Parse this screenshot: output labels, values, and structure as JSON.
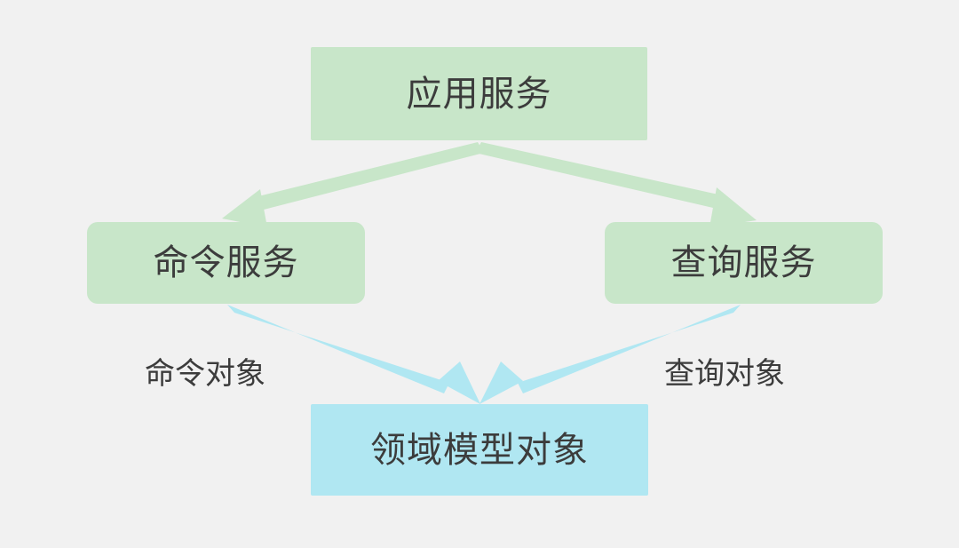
{
  "diagram": {
    "title": "CQRS Application Service Structure",
    "background_color": "#f1f1f1",
    "colors": {
      "green_fill": "#c8e6c9",
      "blue_fill": "#b0e7f2",
      "text": "#3c3c3c"
    },
    "nodes": [
      {
        "id": "app-service",
        "label": "应用服务",
        "fill": "#c8e6c9",
        "shape": "rectangle"
      },
      {
        "id": "command-service",
        "label": "命令服务",
        "fill": "#c8e6c9",
        "shape": "rounded-rectangle"
      },
      {
        "id": "query-service",
        "label": "查询服务",
        "fill": "#c8e6c9",
        "shape": "rounded-rectangle"
      },
      {
        "id": "domain-model-object",
        "label": "领域模型对象",
        "fill": "#b0e7f2",
        "shape": "rectangle"
      }
    ],
    "edges": [
      {
        "id": "app-to-command",
        "from": "app-service",
        "to": "command-service",
        "label": "",
        "color": "#c8e6c9"
      },
      {
        "id": "app-to-query",
        "from": "app-service",
        "to": "query-service",
        "label": "",
        "color": "#c8e6c9"
      },
      {
        "id": "command-to-domain",
        "from": "command-service",
        "to": "domain-model-object",
        "label": "命令对象",
        "color": "#b0e7f2"
      },
      {
        "id": "query-to-domain",
        "from": "query-service",
        "to": "domain-model-object",
        "label": "查询对象",
        "color": "#b0e7f2"
      }
    ]
  }
}
